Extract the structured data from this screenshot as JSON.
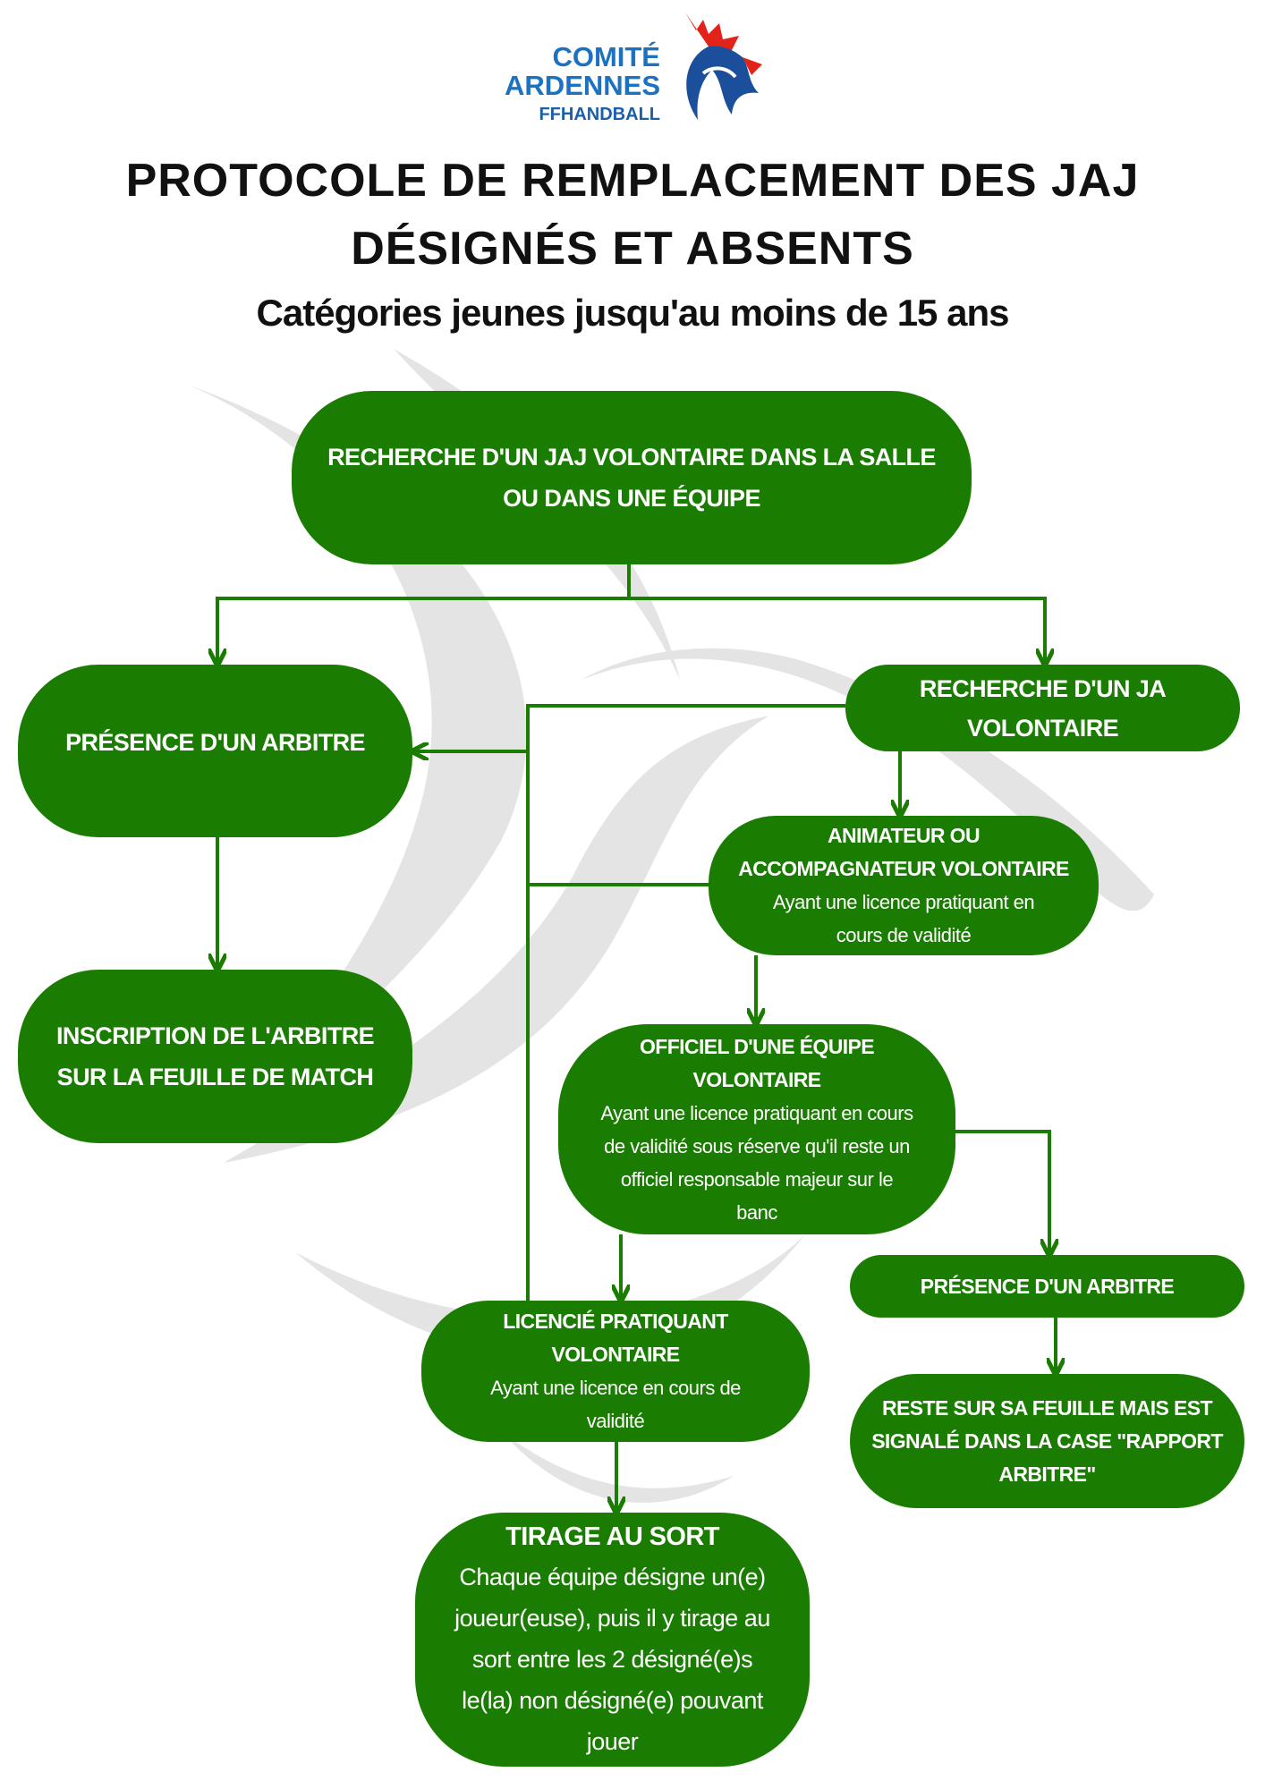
{
  "logo": {
    "line1": "COMITÉ",
    "line2": "ARDENNES",
    "line3": "FFHANDBALL"
  },
  "header": {
    "title_line1": "PROTOCOLE DE REMPLACEMENT DES JAJ",
    "title_line2": "DÉSIGNÉS ET ABSENTS",
    "subtitle": "Catégories jeunes jusqu'au moins de 15 ans"
  },
  "colors": {
    "box": "#1a7d02",
    "line": "#1a7d02",
    "logo_blue": "#1b72c0",
    "logo_red": "#e2231a",
    "watermark": "#e3e3e3"
  },
  "nodes": {
    "start": {
      "title_line1": "RECHERCHE D'UN JAJ VOLONTAIRE DANS LA SALLE",
      "title_line2": "OU DANS UNE ÉQUIPE"
    },
    "presence_left": {
      "title": "PRÉSENCE D'UN ARBITRE"
    },
    "inscription": {
      "title_line1": "INSCRIPTION DE L'ARBITRE",
      "title_line2": "SUR LA FEUILLE DE MATCH"
    },
    "recherche_ja": {
      "title_line1": "RECHERCHE D'UN JA",
      "title_line2": "VOLONTAIRE"
    },
    "animateur": {
      "title_line1": "ANIMATEUR OU",
      "title_line2": "ACCOMPAGNATEUR VOLONTAIRE",
      "desc_line1": "Ayant une licence pratiquant en",
      "desc_line2": "cours de validité"
    },
    "officiel": {
      "title_line1": "OFFICIEL D'UNE ÉQUIPE",
      "title_line2": "VOLONTAIRE",
      "desc_line1": "Ayant une licence pratiquant en cours",
      "desc_line2": "de validité sous réserve qu'il reste un",
      "desc_line3": "officiel responsable majeur sur le",
      "desc_line4": "banc"
    },
    "presence_right": {
      "title": "PRÉSENCE D'UN ARBITRE"
    },
    "reste": {
      "title_line1": "RESTE SUR SA FEUILLE MAIS EST",
      "title_line2": "SIGNALÉ DANS LA CASE \"RAPPORT",
      "title_line3": "ARBITRE\""
    },
    "licencie": {
      "title_line1": "LICENCIÉ PRATIQUANT",
      "title_line2": "VOLONTAIRE",
      "desc_line1": "Ayant une licence en cours de",
      "desc_line2": "validité"
    },
    "tirage": {
      "title": "TIRAGE AU SORT",
      "desc_line1": "Chaque équipe désigne un(e)",
      "desc_line2": "joueur(euse), puis il y tirage au",
      "desc_line3": "sort entre les 2 désigné(e)s",
      "desc_line4": "le(la) non désigné(e) pouvant",
      "desc_line5": "jouer"
    }
  }
}
